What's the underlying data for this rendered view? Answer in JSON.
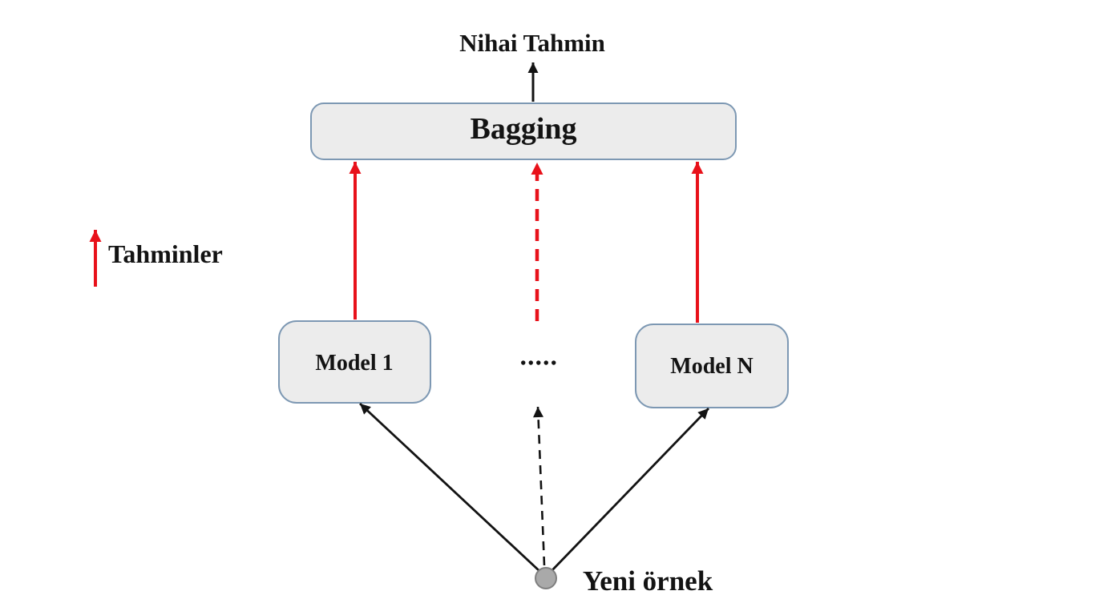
{
  "diagram": {
    "final_prediction_label": "Nihai Tahmin",
    "bagging_label": "Bagging",
    "legend_label": "Tahminler",
    "model_1_label": "Model 1",
    "model_n_label": "Model N",
    "ellipsis": "•••••",
    "new_sample_label": "Yeni örnek"
  },
  "colors": {
    "background": "#ffffff",
    "arrow_red": "#e8111a",
    "arrow_black": "#131313",
    "text": "#131313",
    "box_fill": "#ececec",
    "box_border": "#7d98b3",
    "dot_fill": "#a9a9a9",
    "dot_border": "#7f7f7f"
  }
}
